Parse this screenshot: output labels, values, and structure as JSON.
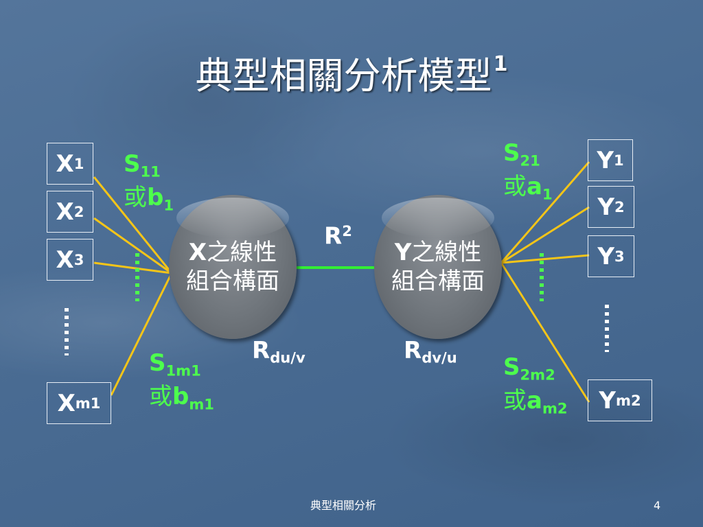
{
  "title": {
    "text": "典型相關分析模型",
    "sup": "1"
  },
  "x_boxes": [
    {
      "name": "X",
      "sub": "1"
    },
    {
      "name": "X",
      "sub": "2"
    },
    {
      "name": "X",
      "sub": "3"
    },
    {
      "name": "X",
      "sub": "m1"
    }
  ],
  "y_boxes": [
    {
      "name": "Y",
      "sub": "1"
    },
    {
      "name": "Y",
      "sub": "2"
    },
    {
      "name": "Y",
      "sub": "3"
    },
    {
      "name": "Y",
      "sub": "m2"
    }
  ],
  "weights": {
    "s11": {
      "s": "S",
      "s_sub": "11",
      "or": "或",
      "c": "b",
      "c_sub": "1"
    },
    "s1m1": {
      "s": "S",
      "s_sub": "1m1",
      "or": "或",
      "c": "b",
      "c_sub": "m1"
    },
    "s21": {
      "s": "S",
      "s_sub": "21",
      "or": "或",
      "c": "a",
      "c_sub": "1"
    },
    "s2m2": {
      "s": "S",
      "s_sub": "2m2",
      "or": "或",
      "c": "a",
      "c_sub": "m2"
    }
  },
  "spheres": {
    "x": {
      "var": "X",
      "line1": "之線性",
      "line2": "組合構面"
    },
    "y": {
      "var": "Y",
      "line1": "之線性",
      "line2": "組合構面"
    }
  },
  "r_labels": {
    "r2": {
      "main": "R",
      "sup": "2"
    },
    "rdu": {
      "main": "R",
      "sub": "du/v"
    },
    "rdv": {
      "main": "R",
      "sub": "dv/u"
    }
  },
  "footer": {
    "center": "典型相關分析",
    "page": "4"
  },
  "colors": {
    "connector": "#f5c518",
    "link": "#33ee33",
    "label": "#4dff4d",
    "dots": "#4dff4d"
  }
}
